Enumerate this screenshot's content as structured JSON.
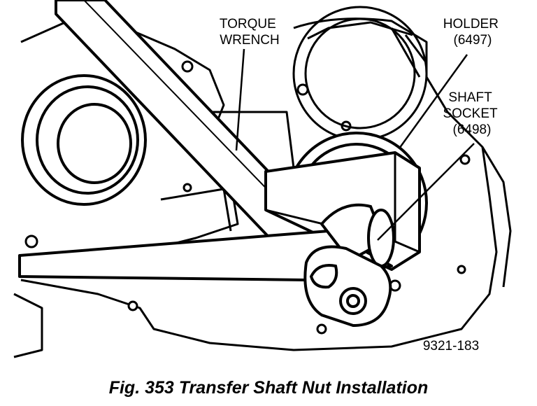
{
  "labels": {
    "torque_wrench": [
      "TORQUE",
      "WRENCH"
    ],
    "holder": [
      "HOLDER",
      "(6497)"
    ],
    "shaft_socket": [
      "SHAFT",
      "SOCKET",
      "(6498)"
    ]
  },
  "figure_id": "9321-183",
  "caption": "Fig. 353 Transfer Shaft Nut Installation"
}
